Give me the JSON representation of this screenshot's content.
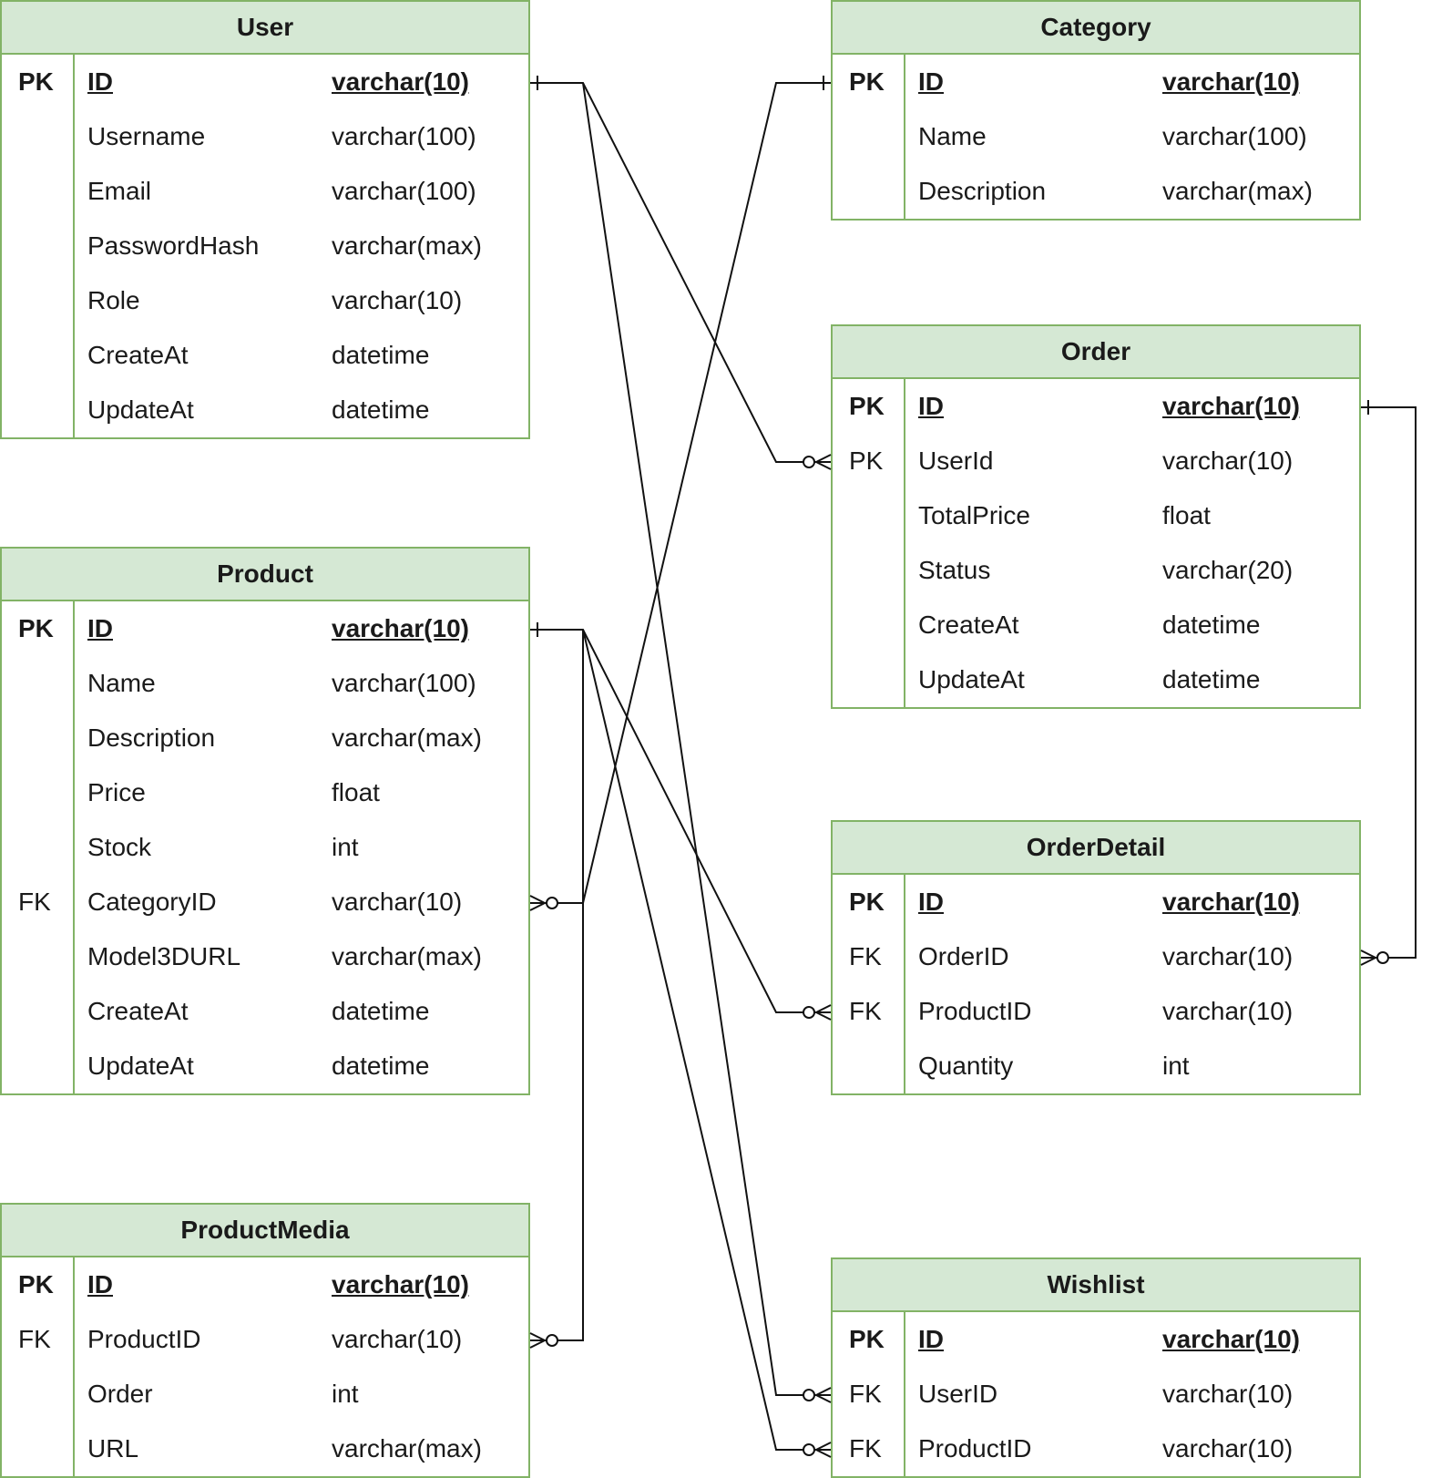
{
  "entities": {
    "user": {
      "title": "User",
      "rows": [
        {
          "key": "PK",
          "name": "ID",
          "type": "varchar(10)"
        },
        {
          "key": "",
          "name": "Username",
          "type": "varchar(100)"
        },
        {
          "key": "",
          "name": "Email",
          "type": "varchar(100)"
        },
        {
          "key": "",
          "name": "PasswordHash",
          "type": "varchar(max)"
        },
        {
          "key": "",
          "name": "Role",
          "type": "varchar(10)"
        },
        {
          "key": "",
          "name": "CreateAt",
          "type": "datetime"
        },
        {
          "key": "",
          "name": "UpdateAt",
          "type": "datetime"
        }
      ]
    },
    "product": {
      "title": "Product",
      "rows": [
        {
          "key": "PK",
          "name": "ID",
          "type": "varchar(10)"
        },
        {
          "key": "",
          "name": "Name",
          "type": "varchar(100)"
        },
        {
          "key": "",
          "name": "Description",
          "type": "varchar(max)"
        },
        {
          "key": "",
          "name": "Price",
          "type": "float"
        },
        {
          "key": "",
          "name": "Stock",
          "type": "int"
        },
        {
          "key": "FK",
          "name": "CategoryID",
          "type": "varchar(10)"
        },
        {
          "key": "",
          "name": "Model3DURL",
          "type": "varchar(max)"
        },
        {
          "key": "",
          "name": "CreateAt",
          "type": "datetime"
        },
        {
          "key": "",
          "name": "UpdateAt",
          "type": "datetime"
        }
      ]
    },
    "product_media": {
      "title": "ProductMedia",
      "rows": [
        {
          "key": "PK",
          "name": "ID",
          "type": "varchar(10)"
        },
        {
          "key": "FK",
          "name": "ProductID",
          "type": "varchar(10)"
        },
        {
          "key": "",
          "name": "Order",
          "type": "int"
        },
        {
          "key": "",
          "name": "URL",
          "type": "varchar(max)"
        }
      ]
    },
    "category": {
      "title": "Category",
      "rows": [
        {
          "key": "PK",
          "name": "ID",
          "type": "varchar(10)"
        },
        {
          "key": "",
          "name": "Name",
          "type": "varchar(100)"
        },
        {
          "key": "",
          "name": "Description",
          "type": "varchar(max)"
        }
      ]
    },
    "order": {
      "title": "Order",
      "rows": [
        {
          "key": "PK",
          "name": "ID",
          "type": "varchar(10)"
        },
        {
          "key": "PK",
          "name": "UserId",
          "type": "varchar(10)"
        },
        {
          "key": "",
          "name": "TotalPrice",
          "type": "float"
        },
        {
          "key": "",
          "name": "Status",
          "type": "varchar(20)"
        },
        {
          "key": "",
          "name": "CreateAt",
          "type": "datetime"
        },
        {
          "key": "",
          "name": "UpdateAt",
          "type": "datetime"
        }
      ]
    },
    "order_detail": {
      "title": "OrderDetail",
      "rows": [
        {
          "key": "PK",
          "name": "ID",
          "type": "varchar(10)"
        },
        {
          "key": "FK",
          "name": "OrderID",
          "type": "varchar(10)"
        },
        {
          "key": "FK",
          "name": "ProductID",
          "type": "varchar(10)"
        },
        {
          "key": "",
          "name": "Quantity",
          "type": "int"
        }
      ]
    },
    "wishlist": {
      "title": "Wishlist",
      "rows": [
        {
          "key": "PK",
          "name": "ID",
          "type": "varchar(10)"
        },
        {
          "key": "FK",
          "name": "UserID",
          "type": "varchar(10)"
        },
        {
          "key": "FK",
          "name": "ProductID",
          "type": "varchar(10)"
        }
      ]
    }
  },
  "relationships": [
    {
      "from": "User.ID",
      "to": "Order.UserId",
      "from_card": "one",
      "to_card": "zero-or-many"
    },
    {
      "from": "User.ID",
      "to": "Wishlist.UserID",
      "from_card": "one",
      "to_card": "zero-or-many"
    },
    {
      "from": "Category.ID",
      "to": "Product.CategoryID",
      "from_card": "one",
      "to_card": "zero-or-many"
    },
    {
      "from": "Product.ID",
      "to": "OrderDetail.ProductID",
      "from_card": "one",
      "to_card": "zero-or-many"
    },
    {
      "from": "Product.ID",
      "to": "Wishlist.ProductID",
      "from_card": "one",
      "to_card": "zero-or-many"
    },
    {
      "from": "Product.ID",
      "to": "ProductMedia.ProductID",
      "from_card": "one",
      "to_card": "zero-or-many"
    },
    {
      "from": "Order.ID",
      "to": "OrderDetail.OrderID",
      "from_card": "one",
      "to_card": "zero-or-many"
    }
  ],
  "colors": {
    "header_fill": "#d5e8d4",
    "border": "#82b366",
    "line": "#111111"
  }
}
